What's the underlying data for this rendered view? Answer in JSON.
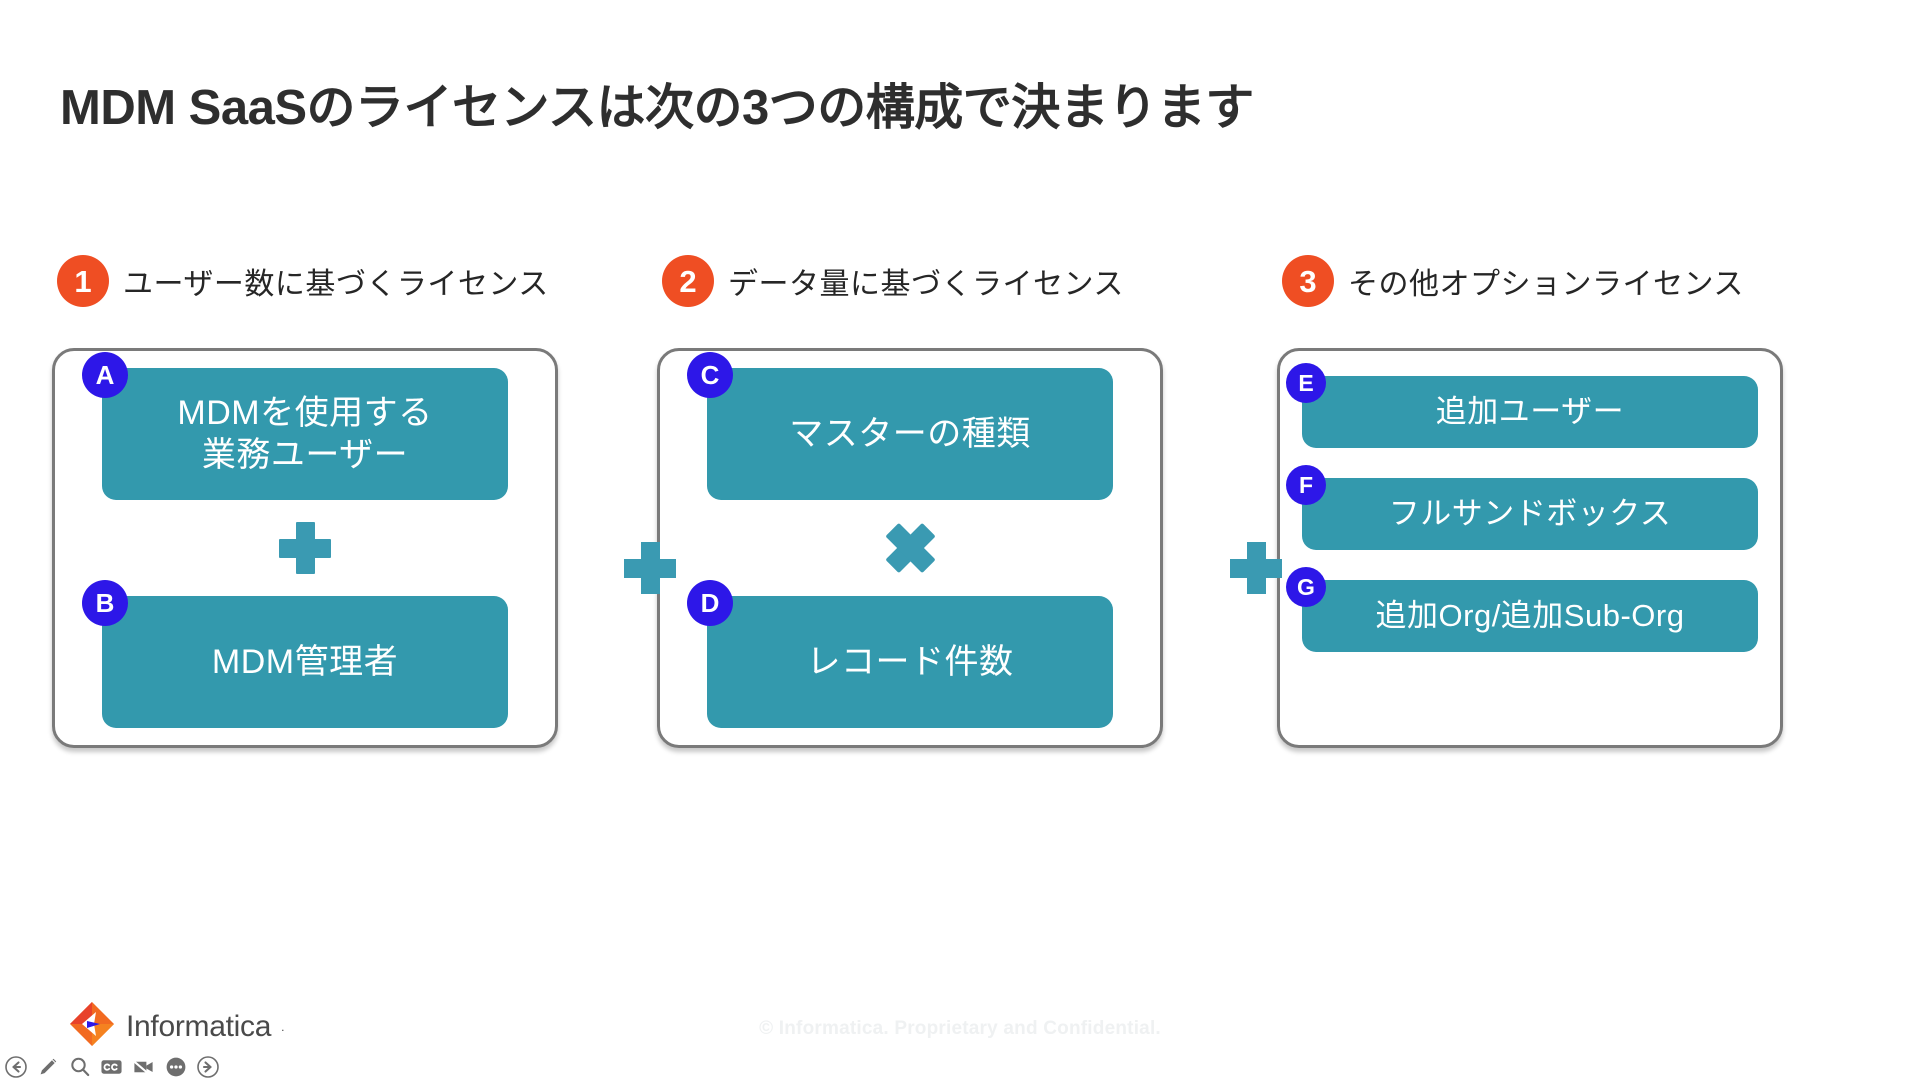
{
  "slide": {
    "title": "MDM SaaSのライセンスは次の3つの構成で決まります",
    "accent_orange": "#ef4e23",
    "accent_teal": "#3399ad",
    "accent_blue": "#2d17e8",
    "container_border": "#7a7a7a"
  },
  "columns": [
    {
      "number": "1",
      "heading": "ユーザー数に基づくライセンス",
      "items": [
        {
          "letter": "A",
          "label": "MDMを使用する\n業務ユーザー",
          "size": "big"
        },
        {
          "letter": "B",
          "label": "MDM管理者",
          "size": "big"
        }
      ],
      "operator": "plus",
      "operator_symbol": "+"
    },
    {
      "number": "2",
      "heading": "データ量に基づくライセンス",
      "items": [
        {
          "letter": "C",
          "label": "マスターの種類",
          "size": "big"
        },
        {
          "letter": "D",
          "label": "レコード件数",
          "size": "big"
        }
      ],
      "operator": "times",
      "operator_symbol": "×"
    },
    {
      "number": "3",
      "heading": "その他オプションライセンス",
      "items": [
        {
          "letter": "E",
          "label": "追加ユーザー",
          "size": "slim"
        },
        {
          "letter": "F",
          "label": "フルサンドボックス",
          "size": "slim"
        },
        {
          "letter": "G",
          "label": "追加Org/追加Sub-Org",
          "size": "slim"
        }
      ],
      "operator": "none",
      "operator_symbol": ""
    }
  ],
  "between_operators": [
    {
      "symbol": "+",
      "name": "plus"
    },
    {
      "symbol": "+",
      "name": "plus"
    }
  ],
  "footer": {
    "copyright": "© Informatica. Proprietary and Confidential.",
    "brand_name": "Informatica",
    "brand_tm": "."
  },
  "toolbar": {
    "items": [
      {
        "name": "back-arrow-icon",
        "label": "Back"
      },
      {
        "name": "pencil-icon",
        "label": "Draw"
      },
      {
        "name": "search-icon",
        "label": "Search"
      },
      {
        "name": "closed-caption-icon",
        "label": "CC"
      },
      {
        "name": "video-off-icon",
        "label": "Camera off"
      },
      {
        "name": "more-options-icon",
        "label": "More"
      },
      {
        "name": "forward-arrow-icon",
        "label": "Forward"
      }
    ]
  }
}
